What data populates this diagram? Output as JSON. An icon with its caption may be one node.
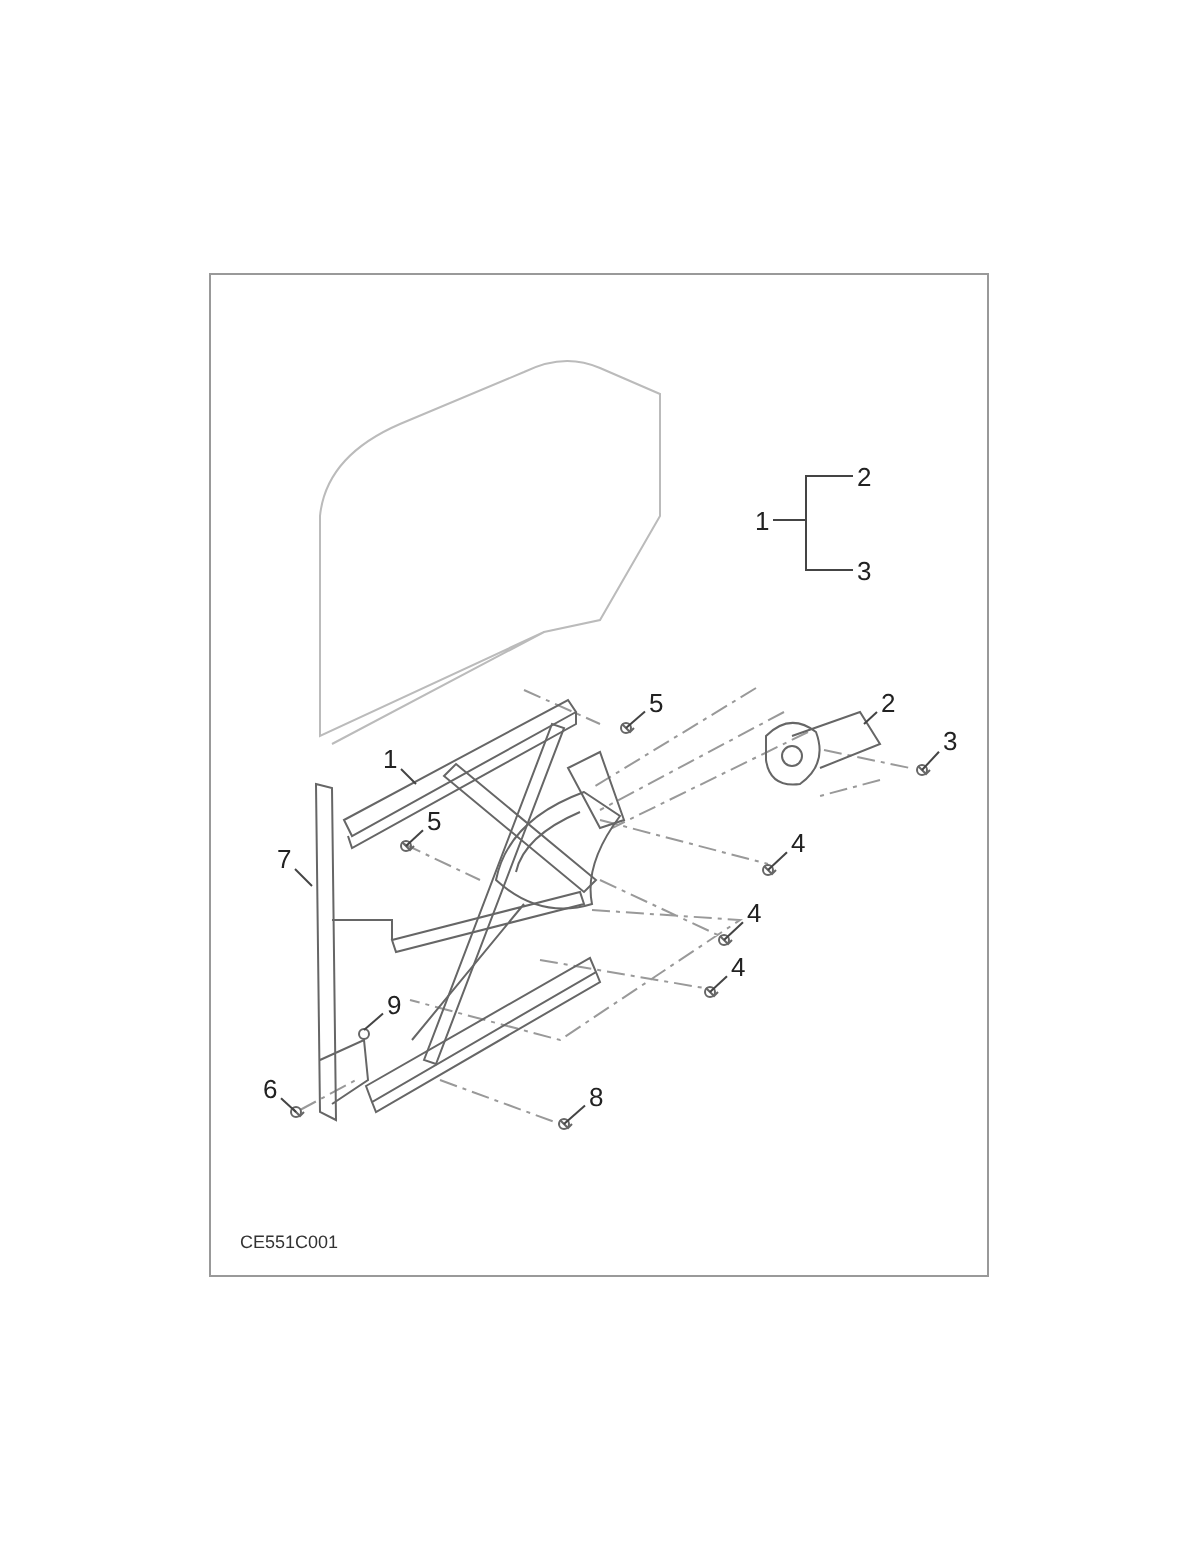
{
  "diagram": {
    "nodes": [
      {
        "text": [
          "2"
        ]
      },
      {
        "text": [
          "1"
        ]
      },
      {
        "text": [
          "3"
        ]
      },
      {
        "text": [
          "5"
        ]
      },
      {
        "text": [
          "2"
        ]
      },
      {
        "text": [
          "3"
        ]
      },
      {
        "text": [
          "1"
        ]
      },
      {
        "text": [
          "5"
        ]
      },
      {
        "text": [
          "4"
        ]
      },
      {
        "text": [
          "7"
        ]
      },
      {
        "text": [
          "4"
        ]
      },
      {
        "text": [
          "4"
        ]
      },
      {
        "text": [
          "9"
        ]
      },
      {
        "text": [
          "6"
        ]
      },
      {
        "text": [
          "8"
        ]
      }
    ],
    "edges": [
      {
        "from": 1,
        "to": 0,
        "arrow": "none"
      },
      {
        "from": 1,
        "to": 2,
        "arrow": "none"
      },
      {
        "from": 3,
        "to": null,
        "arrow": "none"
      },
      {
        "from": 4,
        "to": null,
        "arrow": "none"
      },
      {
        "from": 5,
        "to": null,
        "arrow": "none"
      },
      {
        "from": 6,
        "to": null,
        "arrow": "none"
      },
      {
        "from": 7,
        "to": null,
        "arrow": "none"
      },
      {
        "from": 8,
        "to": null,
        "arrow": "none"
      },
      {
        "from": 9,
        "to": null,
        "arrow": "none"
      },
      {
        "from": 10,
        "to": null,
        "arrow": "none"
      },
      {
        "from": 11,
        "to": null,
        "arrow": "none"
      },
      {
        "from": 12,
        "to": null,
        "arrow": "none"
      },
      {
        "from": 13,
        "to": null,
        "arrow": "none"
      },
      {
        "from": 14,
        "to": null,
        "arrow": "none"
      }
    ],
    "labels": [
      "CE551C001"
    ]
  }
}
